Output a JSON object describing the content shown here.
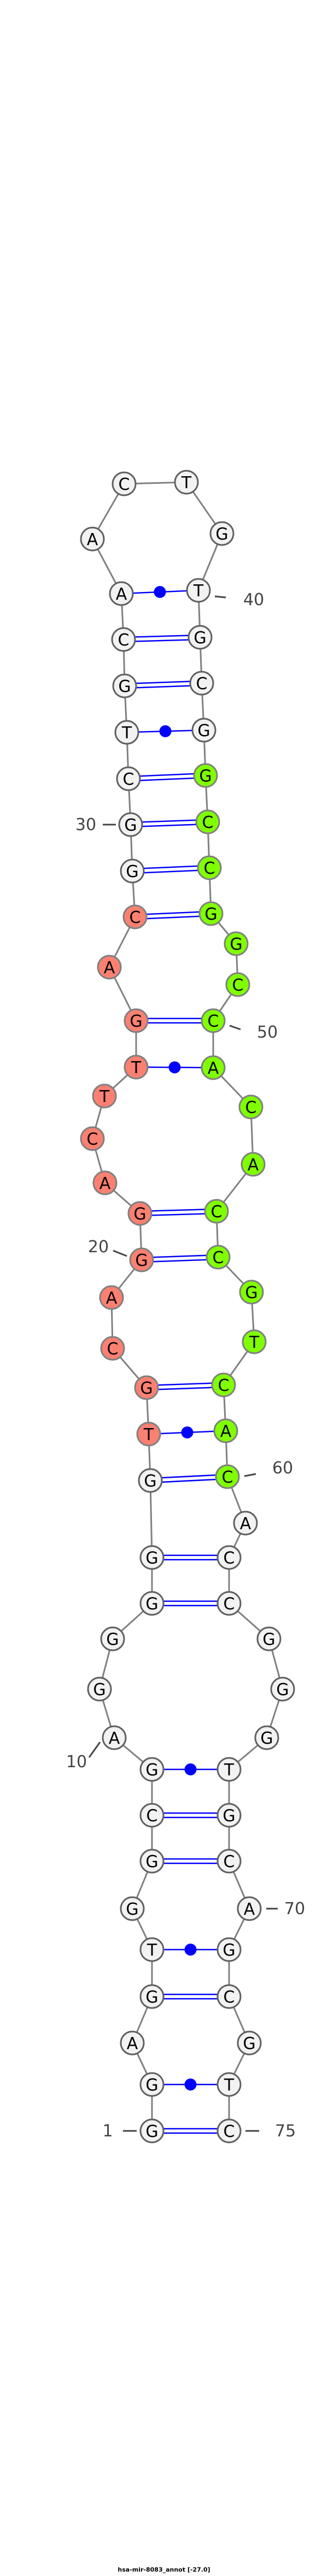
{
  "title": "hsa-mir-8083_annot [-27.0]",
  "sequence": [
    "G",
    "G",
    "A",
    "G",
    "T",
    "G",
    "G",
    "C",
    "G",
    "A",
    "G",
    "G",
    "G",
    "G",
    "G",
    "T",
    "G",
    "C",
    "A",
    "G",
    "G",
    "A",
    "C",
    "T",
    "T",
    "G",
    "A",
    "C",
    "G",
    "G",
    "C",
    "T",
    "G",
    "C",
    "A",
    "A",
    "C",
    "T",
    "G",
    "T",
    "G",
    "C",
    "G",
    "G",
    "C",
    "C",
    "G",
    "G",
    "C",
    "C",
    "A",
    "C",
    "A",
    "C",
    "C",
    "G",
    "T",
    "C",
    "A",
    "C",
    "A",
    "C",
    "C",
    "G",
    "G",
    "G",
    "T",
    "G",
    "C",
    "A",
    "G",
    "C",
    "G",
    "T",
    "C"
  ],
  "pairs": [
    [
      1,
      75
    ],
    [
      2,
      74
    ],
    [
      4,
      72
    ],
    [
      5,
      71
    ],
    [
      7,
      69
    ],
    [
      8,
      68
    ],
    [
      9,
      67
    ],
    [
      13,
      63
    ],
    [
      14,
      62
    ],
    [
      15,
      60
    ],
    [
      16,
      59
    ],
    [
      17,
      58
    ],
    [
      20,
      55
    ],
    [
      21,
      54
    ],
    [
      25,
      51
    ],
    [
      26,
      50
    ],
    [
      28,
      47
    ],
    [
      29,
      46
    ],
    [
      30,
      45
    ],
    [
      31,
      44
    ],
    [
      32,
      43
    ],
    [
      33,
      42
    ],
    [
      34,
      41
    ],
    [
      35,
      40
    ]
  ],
  "highlights": [
    {
      "name": "salmon-region",
      "from": 16,
      "to": 28,
      "color": "#fa8072"
    },
    {
      "name": "green-region",
      "from": 44,
      "to": 60,
      "color": "#7fff00"
    }
  ],
  "colors": {
    "default_fill": "#f2f2f2",
    "pair_line": "#0000ff",
    "backbone": "#808080",
    "label": "#444444"
  },
  "position_labels": [
    "1",
    "10",
    "20",
    "30",
    "40",
    "50",
    "60",
    "70",
    "75"
  ]
}
